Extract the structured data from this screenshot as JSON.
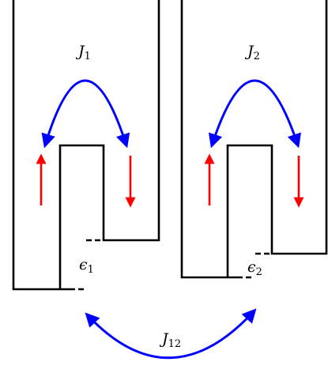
{
  "labels": {
    "j1": {
      "symbol": "J",
      "sub": "1"
    },
    "j2": {
      "symbol": "J",
      "sub": "2"
    },
    "j12": {
      "symbol": "J",
      "sub": "12"
    },
    "eps1": {
      "symbol": "ϵ",
      "sub": "1"
    },
    "eps2": {
      "symbol": "ϵ",
      "sub": "2"
    }
  },
  "colors": {
    "structure": "#000000",
    "coupling_arrows": "#0000ff",
    "spin_arrows": "#ff0000"
  }
}
